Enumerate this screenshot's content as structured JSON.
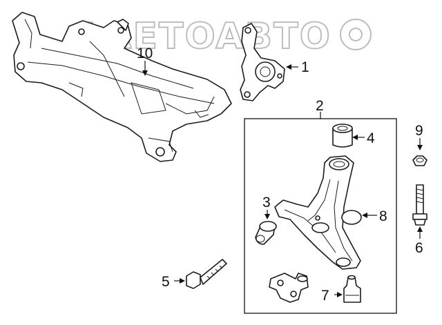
{
  "watermark": {
    "text": "AAETOABTO",
    "color": "#bdbdbd"
  },
  "callouts": [
    {
      "id": "1",
      "label": "1",
      "part": "steering-knuckle"
    },
    {
      "id": "2",
      "label": "2",
      "part": "lower-control-arm-assembly"
    },
    {
      "id": "3",
      "label": "3",
      "part": "front-bushing"
    },
    {
      "id": "4",
      "label": "4",
      "part": "rear-bushing"
    },
    {
      "id": "5",
      "label": "5",
      "part": "mounting-bolt"
    },
    {
      "id": "6",
      "label": "6",
      "part": "bolt"
    },
    {
      "id": "7",
      "label": "7",
      "part": "ball-joint"
    },
    {
      "id": "8",
      "label": "8",
      "part": "seal-ring"
    },
    {
      "id": "9",
      "label": "9",
      "part": "washer"
    },
    {
      "id": "10",
      "label": "10",
      "part": "subframe-crossmember"
    }
  ],
  "icons": {
    "arrow": "leader-arrow-icon"
  }
}
